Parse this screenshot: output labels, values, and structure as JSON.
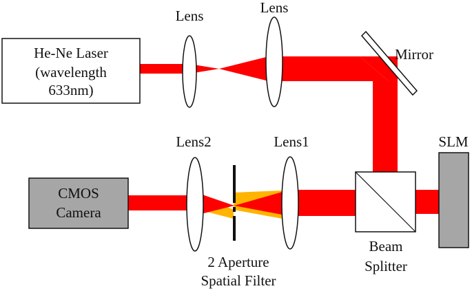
{
  "labels": {
    "laser_line1": "He-Ne Laser",
    "laser_line2": "(wavelength",
    "laser_line3": "633nm)",
    "lens_top_left": "Lens",
    "lens_top_right": "Lens",
    "mirror": "Mirror",
    "slm": "SLM",
    "lens2": "Lens2",
    "lens1": "Lens1",
    "camera_line1": "CMOS",
    "camera_line2": "Camera",
    "beam_splitter_line1": "Beam",
    "beam_splitter_line2": "Splitter",
    "filter_line1": "2 Aperture",
    "filter_line2": "Spatial Filter"
  },
  "colors": {
    "beam": "#ff0000",
    "filtered_beam": "#ffb400",
    "gray_component": "#a6a6a6",
    "outline": "#111111",
    "background": "#ffffff"
  }
}
